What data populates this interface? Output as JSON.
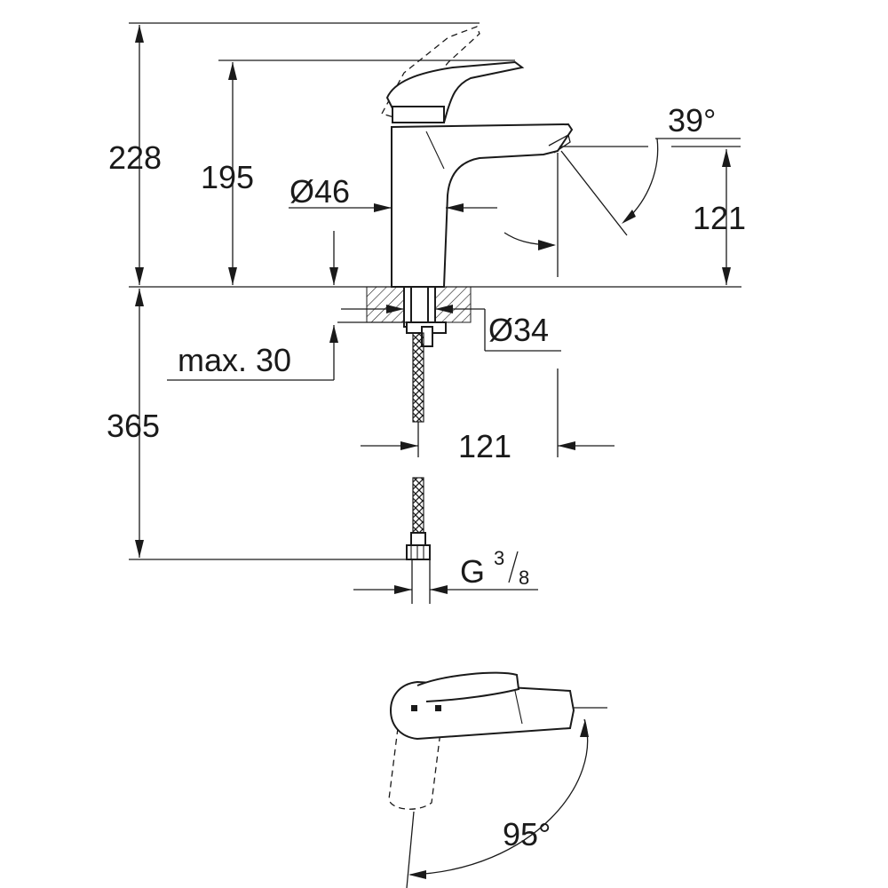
{
  "dimensions": {
    "overall_height": "228",
    "spout_height": "195",
    "body_diameter": "Ø46",
    "lever_angle": "39°",
    "outlet_height": "121",
    "thread_diameter": "Ø34",
    "max_deck_thickness": "max. 30",
    "hose_length": "365",
    "spout_reach": "121",
    "connection_thread": "G",
    "connection_thread_numerator": "3",
    "connection_thread_denominator": "8",
    "lever_swing_angle": "95°"
  }
}
